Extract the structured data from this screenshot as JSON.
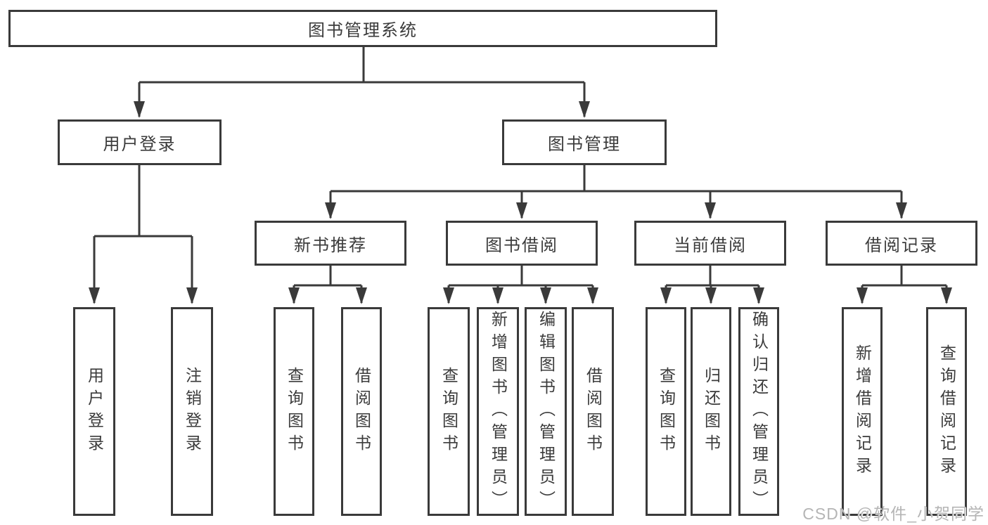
{
  "tree": {
    "label": "图书管理系统",
    "children": [
      {
        "label": "用户登录",
        "children": [
          {
            "label": "用户登录"
          },
          {
            "label": "注销登录"
          }
        ]
      },
      {
        "label": "图书管理",
        "children": [
          {
            "label": "新书推荐",
            "children": [
              {
                "label": "查询图书"
              },
              {
                "label": "借阅图书"
              }
            ]
          },
          {
            "label": "图书借阅",
            "children": [
              {
                "label": "查询图书"
              },
              {
                "label": "新增图书（管理员）"
              },
              {
                "label": "编辑图书（管理员）"
              },
              {
                "label": "借阅图书"
              }
            ]
          },
          {
            "label": "当前借阅",
            "children": [
              {
                "label": "查询图书"
              },
              {
                "label": "归还图书"
              },
              {
                "label": "确认归还（管理员）"
              }
            ]
          },
          {
            "label": "借阅记录",
            "children": [
              {
                "label": "新增借阅记录"
              },
              {
                "label": "查询借阅记录"
              }
            ]
          }
        ]
      }
    ]
  },
  "watermark": {
    "text": "CSDN @软件_小贺同学"
  },
  "colors": {
    "line": "#3a3a3a",
    "box_background": "#ffffff",
    "text": "#3b3b3b",
    "watermark": "#b5b5b5"
  }
}
